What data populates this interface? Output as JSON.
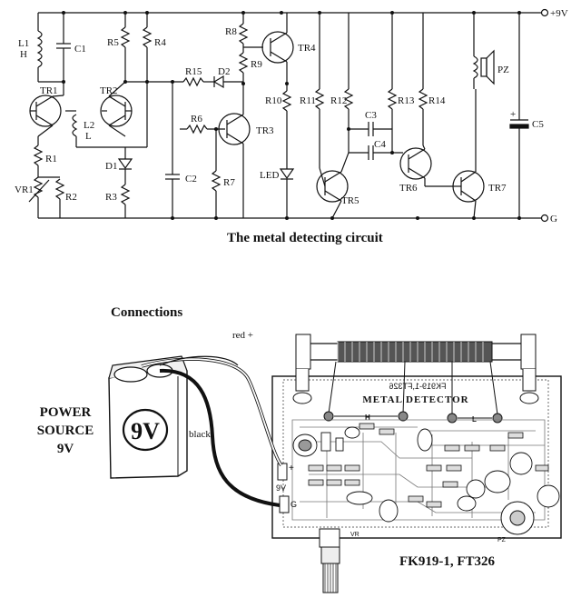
{
  "circuit": {
    "title": "The metal detecting circuit",
    "rail_pos": "+9V",
    "rail_gnd": "G",
    "components": {
      "L1": "L1",
      "L1b": "H",
      "C1": "C1",
      "TR1": "TR1",
      "TR2": "TR2",
      "L2": "L2",
      "L2b": "L",
      "R1": "R1",
      "VR1": "VR1",
      "R2": "R2",
      "R3": "R3",
      "D1": "D1",
      "R4": "R4",
      "R5": "R5",
      "R8": "R8",
      "R9": "R9",
      "TR4": "TR4",
      "R15": "R15",
      "D2": "D2",
      "R6": "R6",
      "TR3": "TR3",
      "C2": "C2",
      "R7": "R7",
      "R10": "R10",
      "LED": "LED",
      "R11": "R11",
      "R12": "R12",
      "R13": "R13",
      "R14": "R14",
      "C3": "C3",
      "C4": "C4",
      "TR5": "TR5",
      "TR6": "TR6",
      "TR7": "TR7",
      "PZ": "PZ",
      "C5": "C5",
      "C5p": "+"
    }
  },
  "connections": {
    "title": "Connections",
    "red_label": "red +",
    "black_label": "black",
    "power_source": [
      "POWER",
      "SOURCE",
      "9V"
    ],
    "battery_label": "9V",
    "board_title": "METAL DETECTOR",
    "board_mirror_text": "FK919-1,FT326",
    "h_pad": "H",
    "l_pad": "L",
    "pad_9v": "9V",
    "pad_plus": "+",
    "pad_g": "G",
    "vr_label": "VR",
    "pz_label": "PZ",
    "kit_id": "FK919-1, FT326"
  }
}
